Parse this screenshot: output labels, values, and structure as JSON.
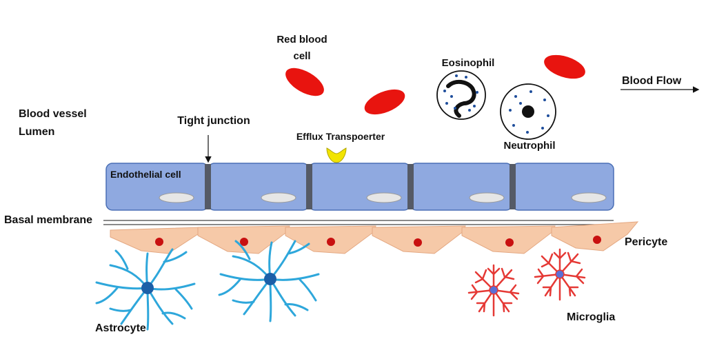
{
  "labels": {
    "red_blood_cell_line1": "Red blood",
    "red_blood_cell_line2": "cell",
    "eosinophil": "Eosinophil",
    "blood_flow": "Blood Flow",
    "vessel_lumen_line1": "Blood vessel",
    "vessel_lumen_line2": "Lumen",
    "tight_junction": "Tight junction",
    "efflux_transporter": "Efflux Transpoerter",
    "neutrophil": "Neutrophil",
    "endothelial_cell": "Endothelial cell",
    "basal_membrane": "Basal membrane",
    "pericyte": "Pericyte",
    "astrocyte": "Astrocyte",
    "microglia": "Microglia"
  },
  "colors": {
    "red_blood_cell": "#e8140f",
    "endothelial": "#8fa9e0",
    "endothelial_border": "#4a6fb5",
    "junction": "#555a66",
    "nucleus_oval": "#e6e6e6",
    "transporter": "#f2e400",
    "pericyte": "#f6c9a8",
    "pericyte_nucleus": "#c81010",
    "astrocyte": "#2ea7db",
    "astrocyte_nucleus": "#1b5fa8",
    "microglia": "#e53935",
    "microglia_nucleus": "#5b6fd6"
  }
}
